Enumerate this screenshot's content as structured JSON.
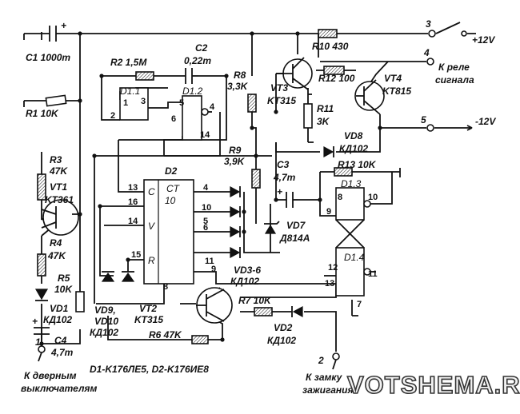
{
  "components": {
    "c1": "C1 1000m",
    "r1": "R1 10K",
    "r2": "R2 1,5M",
    "c2_name": "C2",
    "c2_value": "0,22m",
    "d1_1": "D1.1",
    "d1_2": "D1.2",
    "r8_name": "R8",
    "r8_value": "3,3K",
    "vt3_name": "VT3",
    "vt3_type": "KT315",
    "r12": "R12 100",
    "vt4_name": "VT4",
    "vt4_type": "KT815",
    "r10": "R10 430",
    "r11_name": "R11",
    "r11_value": "3K",
    "vd8_name": "VD8",
    "vd8_type": "КД102",
    "r3_name": "R3",
    "r3_value": "47K",
    "vt1_name": "VT1",
    "vt1_type": "KT361",
    "r9_name": "R9",
    "r9_value": "3,9K",
    "c3_name": "C3",
    "c3_value": "4,7m",
    "r13": "R13 10K",
    "d2": "D2",
    "d2_ct": "CT",
    "d2_10": "10",
    "d2_c": "C",
    "d2_v": "V",
    "d2_r": "R",
    "d1_3": "D1.3",
    "vd7_name": "VD7",
    "vd7_type": "Д814А",
    "d1_4": "D1.4",
    "r4_name": "R4",
    "r4_value": "47K",
    "r5_name": "R5",
    "r5_value": "10K",
    "vd3_6_name": "VD3-6",
    "vd3_6_type": "КД102",
    "vd1_name": "VD1",
    "vd1_type": "КД102",
    "vd9": "VD9,",
    "vd10": "VD10",
    "vd9_10_type": "КД102",
    "vt2_name": "VT2",
    "vt2_type": "KT315",
    "r7": "R7 10K",
    "r6": "R6 47K",
    "vd2_name": "VD2",
    "vd2_type": "КД102",
    "c4_name": "C4",
    "c4_value": "4,7m"
  },
  "pins": {
    "d1_1_1": "1",
    "d1_1_2": "2",
    "d1_1_3": "3",
    "d1_2_5": "5",
    "d1_2_6": "6",
    "d1_2_4": "4",
    "d1_2_14": "14",
    "d2_13": "13",
    "d2_16": "16",
    "d2_14": "14",
    "d2_15": "15",
    "d2_8": "8",
    "d2_4": "4",
    "d2_10": "10",
    "d2_6": "6",
    "d2_5": "5",
    "d2_9": "9",
    "d2_11": "11",
    "d1_3_8": "8",
    "d1_3_9": "9",
    "d1_3_10": "10",
    "d1_4_12": "12",
    "d1_4_13": "13",
    "d1_4_11": "11",
    "d1_4_7": "7"
  },
  "terminals": {
    "t3_num": "3",
    "t3_label": "+12V",
    "t4_num": "4",
    "t4_label_1": "К реле",
    "t4_label_2": "сигнала",
    "t5_num": "5",
    "t5_label": "-12V",
    "t1_num": "1",
    "t1_label_1": "К дверным",
    "t1_label_2": "выключателям",
    "t2_num": "2",
    "t2_label_1": "К замку",
    "t2_label_2": "зажигания"
  },
  "polarity": {
    "c1_plus": "+",
    "c3_plus": "+",
    "c4_plus": "+"
  },
  "notes": {
    "ic_types": "D1-K176ЛЕ5, D2-K176ИЕ8"
  },
  "watermark": "VOTSHEMA.RU"
}
